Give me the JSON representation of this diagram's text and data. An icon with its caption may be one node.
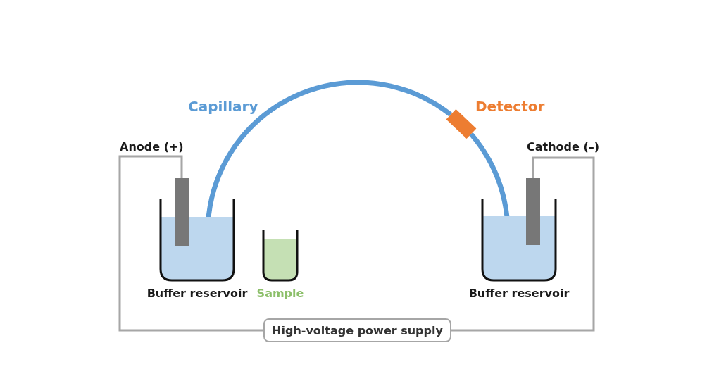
{
  "diagram": {
    "nodes": [
      {
        "text": [
          "High-voltage power supply"
        ]
      },
      {
        "text": [],
        "shape": "bar",
        "beside": [
          "Anode (+)"
        ]
      },
      {
        "text": [
          "Buffer reservoir"
        ]
      },
      {
        "text": [
          "Sample"
        ]
      },
      {
        "text": [],
        "shape": "box",
        "beside": [
          "Detector"
        ]
      },
      {
        "text": [],
        "shape": "bar",
        "beside": [
          "Cathode (–)"
        ]
      },
      {
        "text": [
          "Buffer reservoir"
        ]
      }
    ],
    "edges": [
      {
        "from": 0,
        "to": 1,
        "arrow": "none",
        "color": "#a6a6a6"
      },
      {
        "from": 0,
        "to": 5,
        "arrow": "none",
        "color": "#a6a6a6"
      },
      {
        "from": 2,
        "to": 4,
        "arrow": "none",
        "label": "Capillary",
        "style": "thick",
        "color": "#5b9bd5"
      },
      {
        "from": 4,
        "to": 6,
        "arrow": "none",
        "style": "thick",
        "color": "#5b9bd5"
      }
    ]
  }
}
